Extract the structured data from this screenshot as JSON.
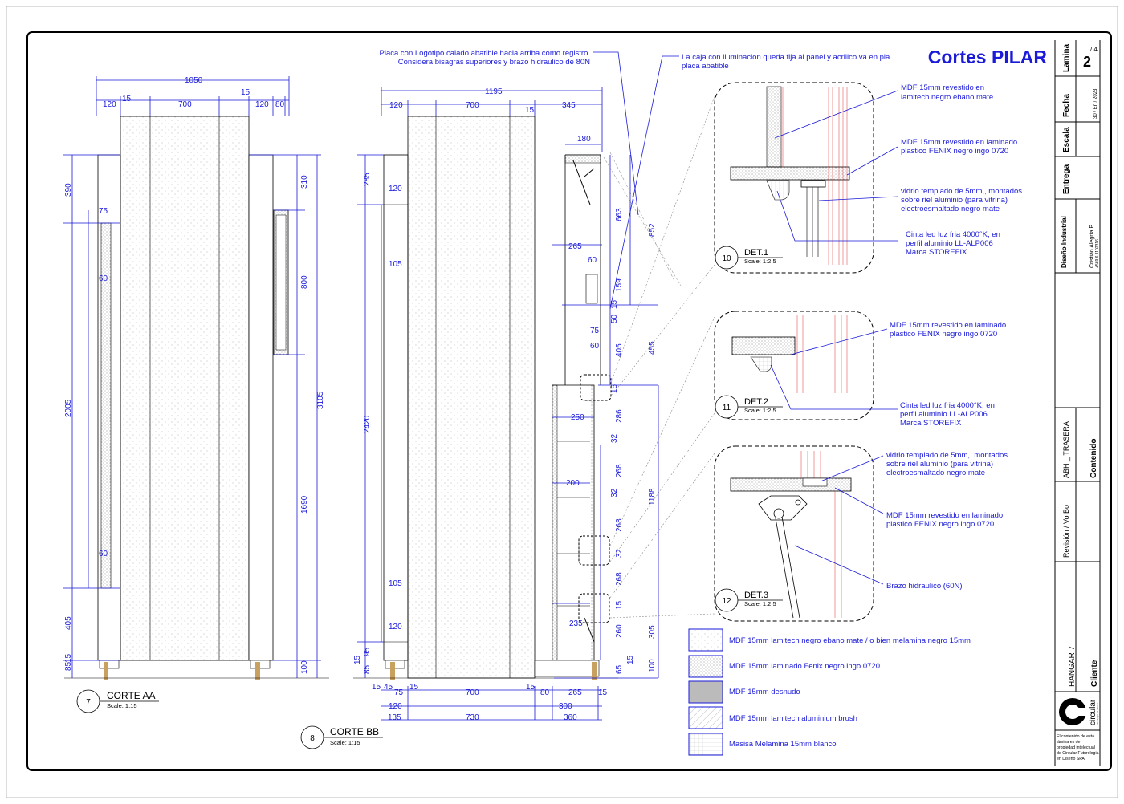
{
  "sheet": {
    "title": "Cortes PILAR",
    "lamina_label": "Lamina",
    "lamina_value": "2",
    "lamina_total": "/ 4",
    "fecha_label": "Fecha",
    "fecha_value": "30 / En / 2023",
    "escala_label": "Escala",
    "entrega_label": "Entrega",
    "designer_label": "Diseño Industrial",
    "designer_name": "Cristián Alegría P.",
    "designer_phone": "+569 6 1102316",
    "revision_label": "Revisión / Vo Bo",
    "contenido_value": "ABH _ TRASERA",
    "contenido_label": "Contenido",
    "cliente_value": "HANGAR 7",
    "cliente_label": "Cliente",
    "logo_text": "circular",
    "logo_sub": "futurología en diseño",
    "legal_lines": [
      "El contenido de esta",
      "lámina es de",
      "propiedad intelectual",
      "de Circular Futurologia",
      "en Diseño SPA."
    ]
  },
  "views": {
    "corte_aa": {
      "number": "7",
      "title": "CORTE AA",
      "scale": "Scale: 1:15"
    },
    "corte_bb": {
      "number": "8",
      "title": "CORTE BB",
      "scale": "Scale: 1:15"
    },
    "det1": {
      "number": "10",
      "title": "DET.1",
      "scale": "Scale: 1:2,5"
    },
    "det2": {
      "number": "11",
      "title": "DET.2",
      "scale": "Scale: 1:2,5"
    },
    "det3": {
      "number": "12",
      "title": "DET.3",
      "scale": "Scale: 1:2,5"
    }
  },
  "dims_aa": {
    "overall_w": "1050",
    "w120a": "120",
    "w15a": "15",
    "w700": "700",
    "w15b": "15",
    "w120b": "120",
    "w80": "80",
    "h390": "390",
    "h75": "75",
    "h60a": "60",
    "h2005": "2005",
    "h60b": "60",
    "h405": "405",
    "h85": "85",
    "h15": "15",
    "r310": "310",
    "r800": "800",
    "r3105": "3105",
    "r1690": "1690",
    "r100": "100"
  },
  "dims_bb": {
    "overall_w": "1195",
    "w120": "120",
    "w700": "700",
    "w15": "15",
    "w345": "345",
    "w180": "180",
    "w265": "265",
    "w60a": "60",
    "w75": "75",
    "w60b": "60",
    "w250": "250",
    "w200": "200",
    "w235": "235",
    "h285": "285",
    "h120a": "120",
    "h105a": "105",
    "h2420": "2420",
    "h105b": "105",
    "h120b": "120",
    "h95": "95",
    "h85": "85",
    "h15": "15",
    "v663": "663",
    "v852": "852",
    "v159": "159",
    "v15a": "15",
    "v50": "50",
    "v405": "405",
    "v455": "455",
    "v15b": "15",
    "v286": "286",
    "v32a": "32",
    "v268a": "268",
    "v32b": "32",
    "v268b": "268",
    "v32c": "32",
    "v268c": "268",
    "v15c": "15",
    "v1188": "1188",
    "v260": "260",
    "v305": "305",
    "v65": "65",
    "v15d": "15",
    "v100": "100",
    "b15": "15",
    "b45": "45",
    "b75": "75",
    "b15b": "15",
    "b700": "700",
    "b15c": "15",
    "b80": "80",
    "b265": "265",
    "b15d": "15",
    "b120": "120",
    "b300": "300",
    "b135": "135",
    "b730": "730",
    "b360": "360"
  },
  "notes": {
    "placa": [
      "Placa con Logotipo calado abatible hacia arriba como registro.",
      "Considera bisagras superiores y brazo hidraulico de 80N"
    ],
    "caja": [
      "La caja con iluminacion queda fija al panel y acrilico va en pla",
      "placa abatible"
    ],
    "d1a": [
      "MDF 15mm revestido en",
      "lamitech negro ebano mate"
    ],
    "d1b": [
      "MDF 15mm revestido en laminado",
      "plastico FENIX negro ingo 0720"
    ],
    "d1c": [
      "vidrio templado de 5mm,, montados",
      "sobre riel aluminio (para vitrina)",
      "electroesmaltado negro mate"
    ],
    "d1d": [
      "Cinta led luz fria 4000°K, en",
      "perfil aluminio LL-ALP006",
      "Marca STOREFIX"
    ],
    "d2a": [
      "MDF 15mm revestido en laminado",
      "plastico FENIX negro ingo 0720"
    ],
    "d2b": [
      "Cinta led luz fria 4000°K, en",
      "perfil aluminio LL-ALP006",
      "Marca STOREFIX"
    ],
    "d3a": [
      "vidrio templado de 5mm,, montados",
      "sobre riel aluminio (para vitrina)",
      "electroesmaltado negro mate"
    ],
    "d3b": [
      "MDF 15mm revestido en laminado",
      "plastico FENIX negro ingo 0720"
    ],
    "d3c": [
      "Brazo hidraulico (60N)"
    ]
  },
  "legend": [
    "MDF 15mm lamitech negro ebano mate / o bien melamina negro 15mm",
    "MDF 15mm laminado Fenix negro ingo 0720",
    "MDF 15mm desnudo",
    "MDF 15mm lamitech aluminium brush",
    "Masisa Melamina 15mm blanco"
  ]
}
